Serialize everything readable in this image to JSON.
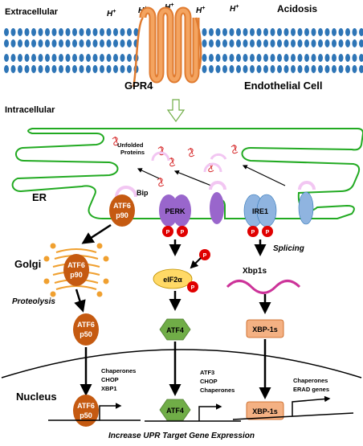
{
  "labels": {
    "extracellular": "Extracellular",
    "intracellular": "Intracellular",
    "acidosis": "Acidosis",
    "proton": "H",
    "proton_sup": "+",
    "gpr4": "GPR4",
    "endothelial_cell": "Endothelial Cell",
    "er": "ER",
    "golgi": "Golgi",
    "nucleus": "Nucleus",
    "unfolded_line1": "Unfolded",
    "unfolded_line2": "Proteins",
    "bip": "Bip",
    "splicing": "Splicing",
    "proteolysis": "Proteolysis",
    "xbp1s_mrna": "Xbp1s",
    "footer": "Increase UPR Target Gene Expression"
  },
  "proteins": {
    "atf6_top": "ATF6",
    "atf6_bottom": "p90",
    "perk": "PERK",
    "ire1": "IRE1",
    "phospho": "P",
    "golgi_atf6_top": "ATF6",
    "golgi_atf6_bottom": "p90",
    "eif2a": "eIF2α",
    "atf6p50_top": "ATF6",
    "atf6p50_bottom": "p50",
    "atf4": "ATF4",
    "xbp1s_protein": "XBP-1s",
    "nuc_atf6_top": "ATF6",
    "nuc_atf6_bottom": "p50",
    "nuc_atf4": "ATF4",
    "nuc_xbp1s": "XBP-1s"
  },
  "targets": {
    "atf6": [
      "Chaperones",
      "CHOP",
      "XBP1"
    ],
    "atf4": [
      "ATF3",
      "CHOP",
      "Chaperones"
    ],
    "xbp1s": [
      "Chaperones",
      "ERAD genes"
    ]
  },
  "colors": {
    "membrane": "#2e75b6",
    "gpr4": "#e07b30",
    "er": "#22aa22",
    "atf6": "#c55a11",
    "perk": "#9966cc",
    "ire1": "#8fb4e0",
    "phospho": "#e00000",
    "eif2a": "#ffd966",
    "atf4": "#70ad47",
    "xbp1s": "#f4b183",
    "mrna": "#cc3399",
    "bip": "#f2c6f2"
  },
  "icons": [
    "unfolded-protein-icon",
    "down-arrow-icon",
    "promoter-arrow-icon"
  ]
}
